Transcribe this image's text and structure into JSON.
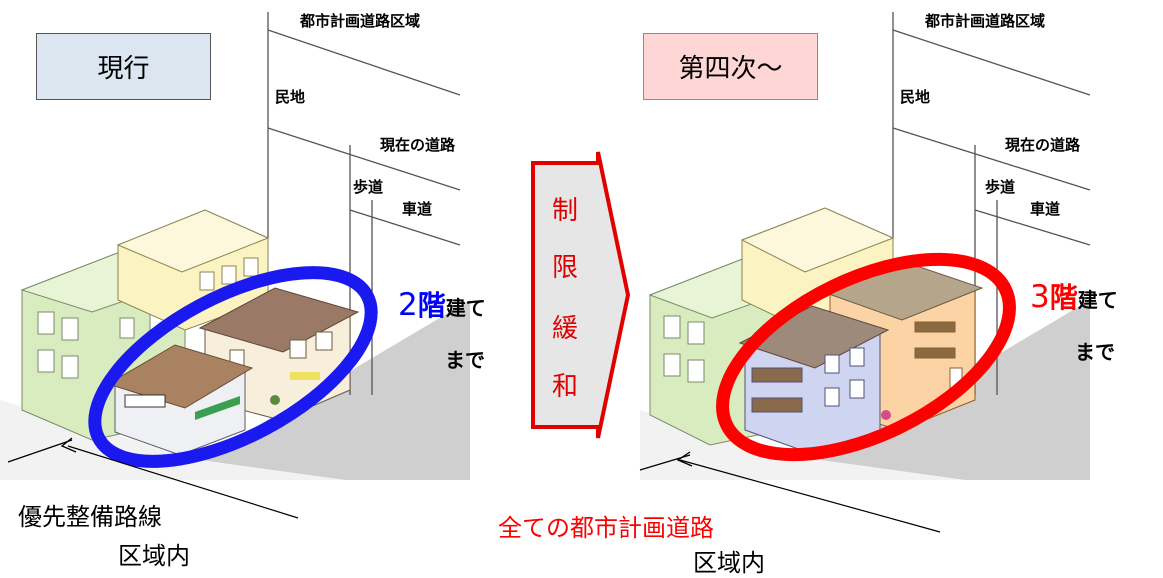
{
  "left": {
    "title": "現行",
    "title_bg": "#dce6f1",
    "zone_label": "都市計画道路区域",
    "private_label": "民地",
    "current_road_label": "現在の道路",
    "sidewalk_label": "歩道",
    "roadway_label": "車道",
    "floors_num": "2",
    "floors_kai": "階",
    "floors_suffix": "建て",
    "floors_made": "まで",
    "floors_color": "#0000ff",
    "area_line1": "優先整備路線",
    "area_line2": "区域内"
  },
  "center": {
    "arrow_chars": [
      "制",
      "限",
      "緩",
      "和"
    ],
    "arrow_text_color": "#e00000",
    "arrow_fill": "#e6e6e6",
    "arrow_stroke": "#e00000"
  },
  "right": {
    "title": "第四次～",
    "title_bg": "#ffd6d6",
    "zone_label": "都市計画道路区域",
    "private_label": "民地",
    "current_road_label": "現在の道路",
    "sidewalk_label": "歩道",
    "roadway_label": "車道",
    "floors_num": "3",
    "floors_kai": "階",
    "floors_suffix": "建て",
    "floors_made": "まで",
    "floors_color": "#ff0000",
    "area_line1": "全ての都市計画道路",
    "area_line2": "区域内",
    "area_line1_color": "#ff0000"
  }
}
